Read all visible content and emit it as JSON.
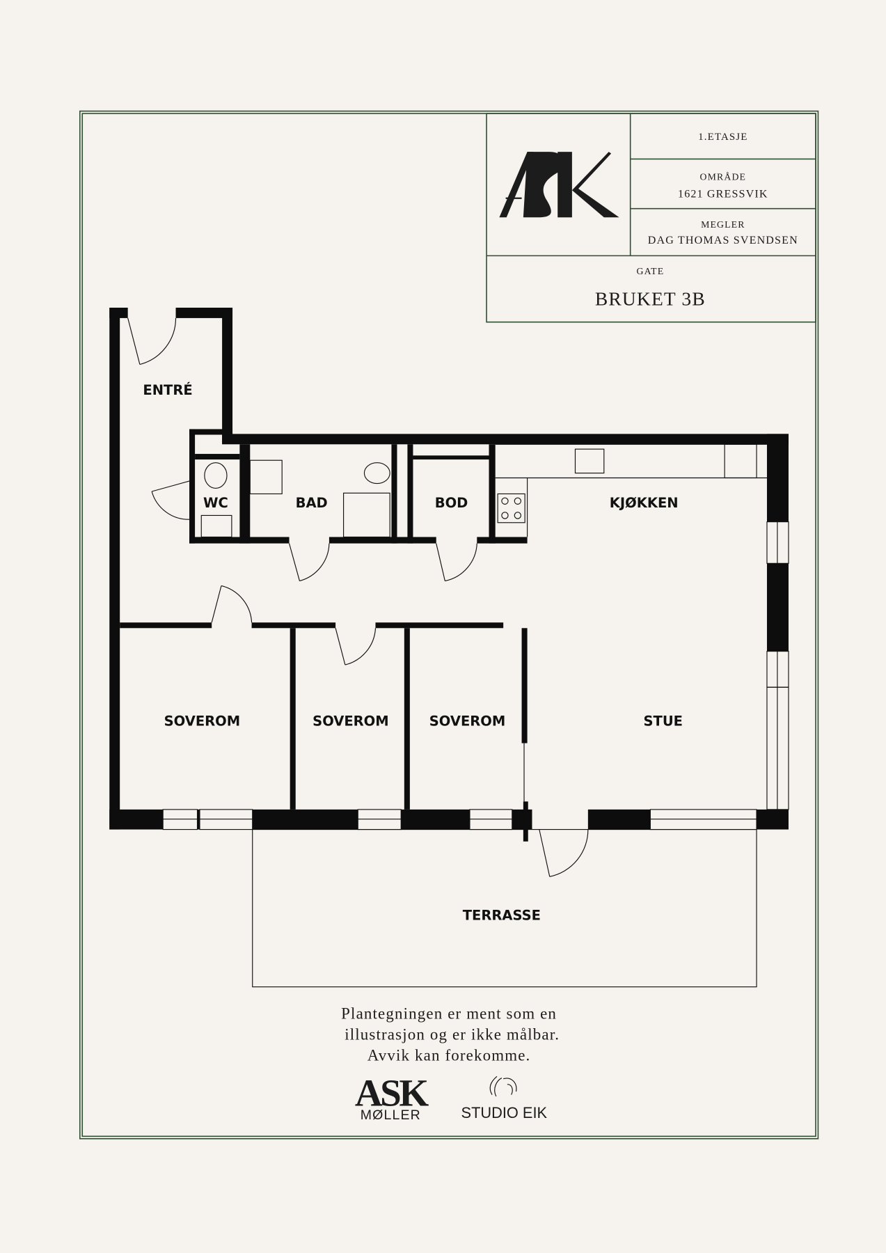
{
  "title_block": {
    "floor": "1.ETASJE",
    "area_label": "OMRÅDE",
    "area_value": "1621 GRESSVIK",
    "agent_label": "MEGLER",
    "agent_value": "DAG THOMAS SVENDSEN",
    "street_label": "GATE",
    "street_value": "BRUKET 3B",
    "logo_text": "ASK"
  },
  "rooms": {
    "entre": "ENTRÉ",
    "wc": "WC",
    "bad": "BAD",
    "bod": "BOD",
    "kjokken": "KJØKKEN",
    "soverom_1": "SOVEROM",
    "soverom_2": "SOVEROM",
    "soverom_3": "SOVEROM",
    "stue": "STUE",
    "terrasse": "TERRASSE"
  },
  "disclaimer": {
    "line1": "Plantegningen er ment som en",
    "line2": "illustrasjon og er ikke målbar.",
    "line3": "Avvik kan forekomme."
  },
  "footer_logos": {
    "ask_moller_mark": "ASK",
    "ask_moller_name": "MØLLER",
    "studio_eik_name": "STUDIO EIK"
  },
  "colors": {
    "frame": "#2f4f33",
    "background": "#f6f2ee",
    "walls": "#0d0d0d"
  }
}
